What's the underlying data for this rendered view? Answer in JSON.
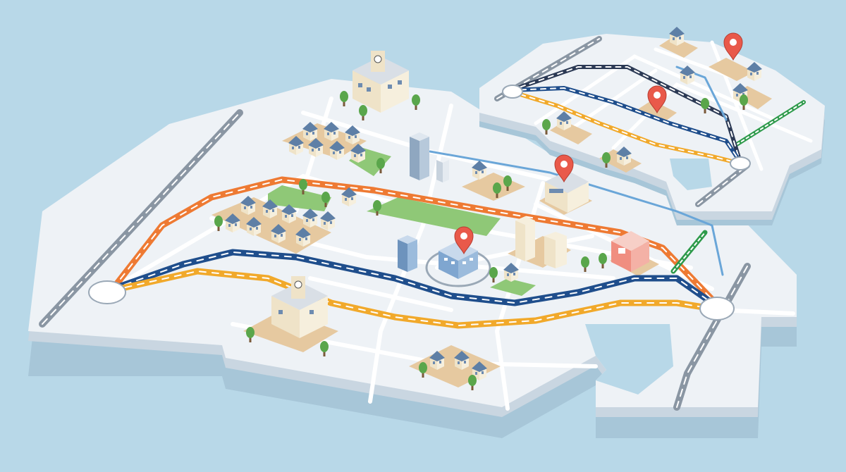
{
  "colors": {
    "water": "#b8d8e8",
    "island_top": "#eef2f6",
    "island_side": "#c9d6e1",
    "island_shadow": "#a7c6d8",
    "road": "#ffffff",
    "road_edge": "#b7c4d0",
    "highway": "#8a96a3",
    "lot": "#e6c9a0",
    "park": "#8fc877",
    "route_orange": "#ee7a33",
    "route_blue": "#1f4e8c",
    "route_yellow": "#f1a92b",
    "route_navy": "#2c3a55",
    "route_green": "#2e9a4b",
    "route_lightblue": "#6aa6d8",
    "pin": "#e9594a",
    "tree": "#5aa64b",
    "roof_blue": "#5e7fa6",
    "roof_red": "#c9623f",
    "wall": "#efe3c8",
    "wall_blue": "#7fa6d0",
    "wall_red": "#f08e80"
  },
  "map": {
    "pins": [
      {
        "id": "central",
        "icon": "location-pin-icon"
      },
      {
        "id": "station",
        "icon": "location-pin-icon"
      },
      {
        "id": "ne-office",
        "icon": "location-pin-icon"
      },
      {
        "id": "ne-center",
        "icon": "location-pin-icon"
      }
    ],
    "junctions": [
      "west-roundabout",
      "east-roundabout",
      "ne-west-roundabout",
      "ne-east-roundabout"
    ],
    "routes": [
      "orange-route",
      "blue-route",
      "yellow-route",
      "navy-rail",
      "green-rail",
      "light-blue-line"
    ],
    "landmarks": [
      "school-north",
      "school-south",
      "city-hall",
      "station-building",
      "shopping-mall",
      "apartment-towers",
      "residential-district",
      "park"
    ]
  }
}
